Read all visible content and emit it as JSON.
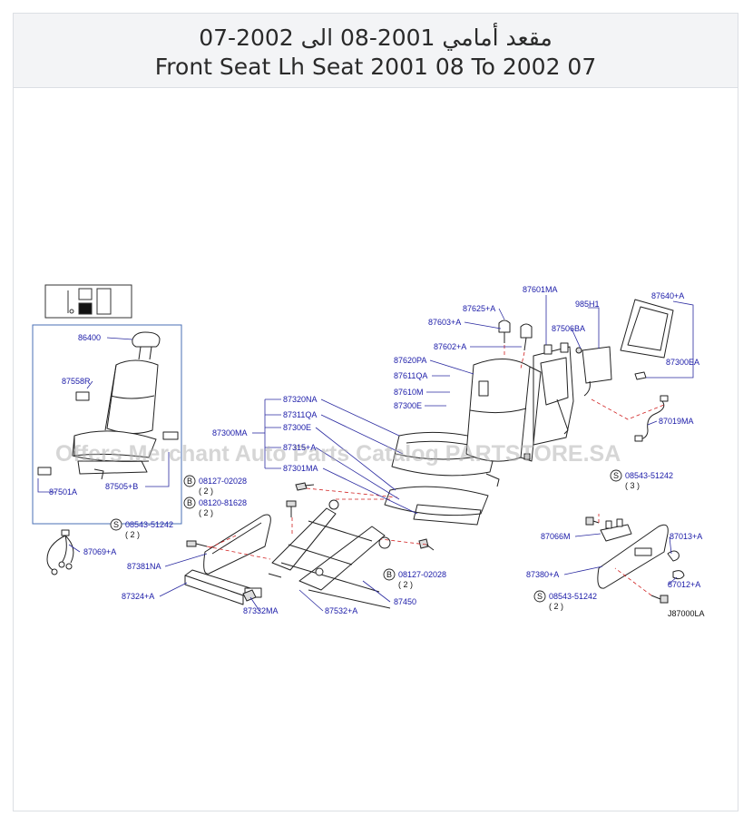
{
  "header": {
    "title_ar": "مقعد أمامي 2001-08 الى 2002-07",
    "title_en": "Front Seat Lh Seat 2001 08 To 2002 07"
  },
  "watermark": "Offers Merchant Auto Parts Catalog PARTSTORE.SA",
  "diagram_code": "J87000LA",
  "parts": [
    {
      "id": "p86400",
      "label": "86400"
    },
    {
      "id": "p87558R",
      "label": "87558R"
    },
    {
      "id": "p87501A",
      "label": "87501A"
    },
    {
      "id": "p87505B",
      "label": "87505+B"
    },
    {
      "id": "p87300MA",
      "label": "87300MA"
    },
    {
      "id": "p87320NA",
      "label": "87320NA"
    },
    {
      "id": "p87311QA",
      "label": "87311QA"
    },
    {
      "id": "p87300E",
      "label": "87300E"
    },
    {
      "id": "p87315A",
      "label": "87315+A"
    },
    {
      "id": "p87301MA",
      "label": "87301MA"
    },
    {
      "id": "p87625A",
      "label": "87625+A"
    },
    {
      "id": "p87603A",
      "label": "87603+A"
    },
    {
      "id": "p87602A",
      "label": "87602+A"
    },
    {
      "id": "p87620PA",
      "label": "87620PA"
    },
    {
      "id": "p87611QA",
      "label": "87611QA"
    },
    {
      "id": "p87610M",
      "label": "87610M"
    },
    {
      "id": "p87300Ee",
      "label": "87300E"
    },
    {
      "id": "p87601MA",
      "label": "87601MA"
    },
    {
      "id": "p985H1",
      "label": "985H1"
    },
    {
      "id": "p87506BA",
      "label": "87506BA"
    },
    {
      "id": "p87640A",
      "label": "87640+A"
    },
    {
      "id": "p87300EA",
      "label": "87300EA"
    },
    {
      "id": "p87019MA",
      "label": "87019MA"
    },
    {
      "id": "p87069A",
      "label": "87069+A"
    },
    {
      "id": "p87381NA",
      "label": "87381NA"
    },
    {
      "id": "p87324A",
      "label": "87324+A"
    },
    {
      "id": "p87332MA",
      "label": "87332MA"
    },
    {
      "id": "p87532A",
      "label": "87532+A"
    },
    {
      "id": "p87450",
      "label": "87450"
    },
    {
      "id": "p87066M",
      "label": "87066M"
    },
    {
      "id": "p87013A",
      "label": "87013+A"
    },
    {
      "id": "p87380A",
      "label": "87380+A"
    },
    {
      "id": "p87012A",
      "label": "87012+A"
    }
  ],
  "fasteners": [
    {
      "letter": "B",
      "code": "08127-02028",
      "qty": "( 2 )"
    },
    {
      "letter": "B",
      "code": "08120-81628",
      "qty": "( 2 )"
    },
    {
      "letter": "S",
      "code": "08543-51242",
      "qty": "( 2 )"
    },
    {
      "letter": "B",
      "code": "08127-02028",
      "qty": "( 2 )"
    },
    {
      "letter": "S",
      "code": "08543-51242",
      "qty": "( 3 )"
    },
    {
      "letter": "S",
      "code": "08543-51242",
      "qty": "( 2 )"
    }
  ]
}
